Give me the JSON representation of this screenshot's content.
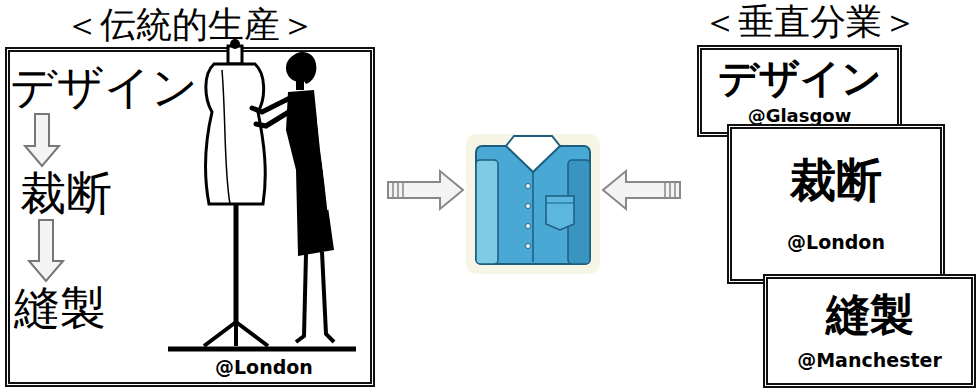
{
  "diagram": {
    "nodes": [
      {
        "text": [
          "＜伝統的生産＞",
          "@London"
        ]
      },
      {
        "text": [
          "デザイン"
        ],
        "in": 0
      },
      {
        "text": [
          "裁断"
        ],
        "in": 0
      },
      {
        "text": [
          "縫製"
        ],
        "in": 0
      },
      {
        "text": [
          "デザイン",
          "@Glasgow"
        ]
      },
      {
        "text": [
          "裁断",
          "@London"
        ]
      },
      {
        "text": [
          "縫製",
          "@Manchester"
        ]
      }
    ],
    "edges": [
      {
        "from": 1,
        "to": 2,
        "arrow": "to"
      },
      {
        "from": 2,
        "to": 3,
        "arrow": "to"
      }
    ],
    "labels": [
      "＜垂直分業＞"
    ]
  }
}
